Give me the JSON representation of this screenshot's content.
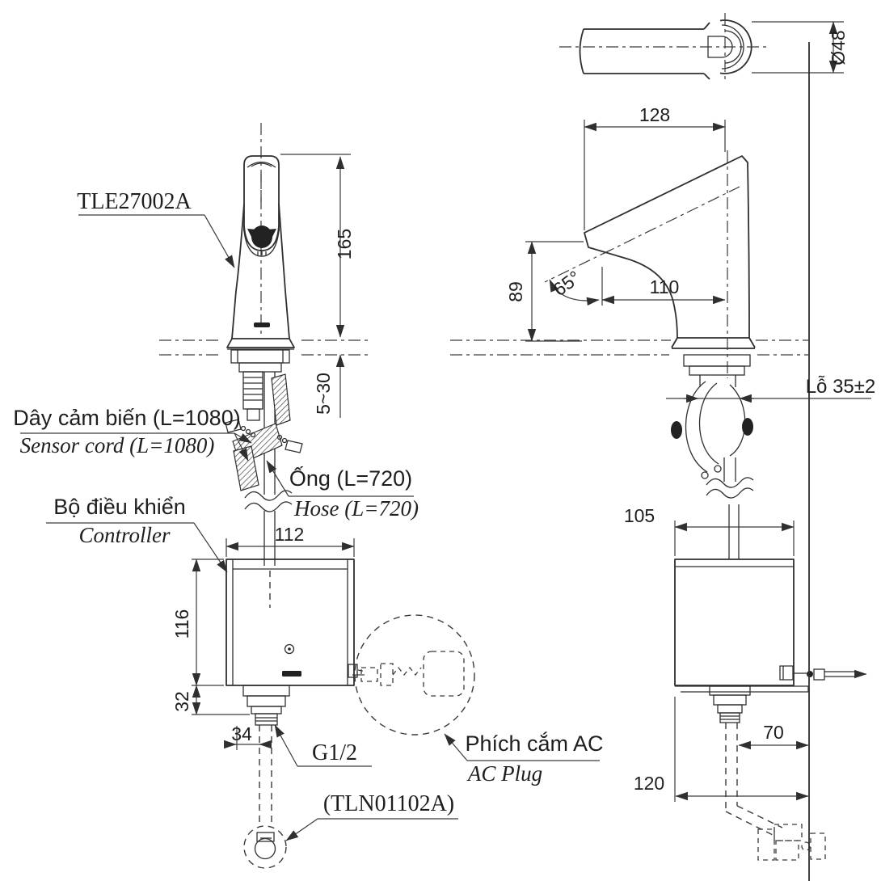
{
  "drawing": {
    "product_label": "TLE27002A",
    "valve_label": "(TLN01102A)",
    "thread_label": "G1/2",
    "hole_label": "Lỗ 35±2",
    "sensor_cord": {
      "vi": "Dây cảm biến (L=1080)",
      "en": "Sensor cord (L=1080)"
    },
    "controller": {
      "vi": "Bộ điều khiển",
      "en": "Controller"
    },
    "hose": {
      "vi": "Ống (L=720)",
      "en": "Hose (L=720)"
    },
    "ac_plug": {
      "vi": "Phích cắm AC",
      "en": "AC Plug"
    },
    "dims": {
      "faucet_height": "165",
      "deck_thickness": "5~30",
      "controller_width": "112",
      "controller_height": "116",
      "shank_height": "32",
      "outlet_offset": "34",
      "spout_top_reach": "128",
      "outlet_height": "89",
      "spout_angle": "65°",
      "spout_reach": "110",
      "base_diameter": "Ø48",
      "controller_depth": "105",
      "pipe_to_wall": "70",
      "controller_to_wall": "120"
    },
    "colors": {
      "line": "#2f2f2f",
      "dim": "#3a3a3a",
      "background": "#ffffff"
    }
  }
}
